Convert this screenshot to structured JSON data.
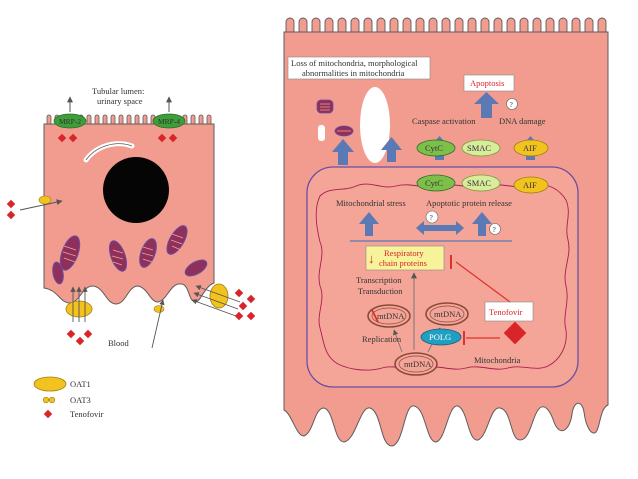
{
  "colors": {
    "cell_fill": "#f19c8f",
    "cell_stroke": "#5c5c5c",
    "mito_fill": "#f4a597",
    "mito_stroke": "#6b4fa3",
    "mito_crista": "#a81f52",
    "nucleus": "#050505",
    "transporter_green": "#3e9e3a",
    "oat1_yellow": "#f2c21f",
    "tenofovir_red": "#d9252a",
    "arrow_blue": "#5b79b4",
    "inhibit_red": "#e0312c",
    "polg_teal": "#1f9fc2"
  },
  "left_cell": {
    "lumen_label_line1": "Tubular lumen:",
    "lumen_label_line2": "urinary space",
    "mrp2_label": "MRP-2",
    "mrp4_label": "MRP-4",
    "blood_label": "Blood"
  },
  "legend": {
    "items": [
      {
        "icon": "oat1-icon",
        "label": "OAT1"
      },
      {
        "icon": "oat3-icon",
        "label": "OAT3"
      },
      {
        "icon": "tenofovir-icon",
        "label": "Tenofovir"
      }
    ]
  },
  "right_cell": {
    "loss_line1": "Loss of mitochondria, morphological",
    "loss_line2": "abnormalities in mitochondria",
    "apoptosis": "Apoptosis",
    "caspase_activation": "Caspase activation",
    "dna_damage": "DNA damage",
    "unknown_mark": "?",
    "cytc": "CytC",
    "smac": "SMAC",
    "aif": "AIF",
    "mito_stress": "Mitochondrial stress",
    "apoptotic_release": "Apoptotic protein release",
    "resp_line1": "Respiratory",
    "resp_line2": "chain proteins",
    "down_arrow": "↓",
    "transcription": "Transcription",
    "transduction": "Transduction",
    "mtdna": "mtDNA",
    "replication": "Replication",
    "polg": "POLG",
    "tenofovir": "Tenofovir",
    "mitochondria": "Mitochondria"
  }
}
